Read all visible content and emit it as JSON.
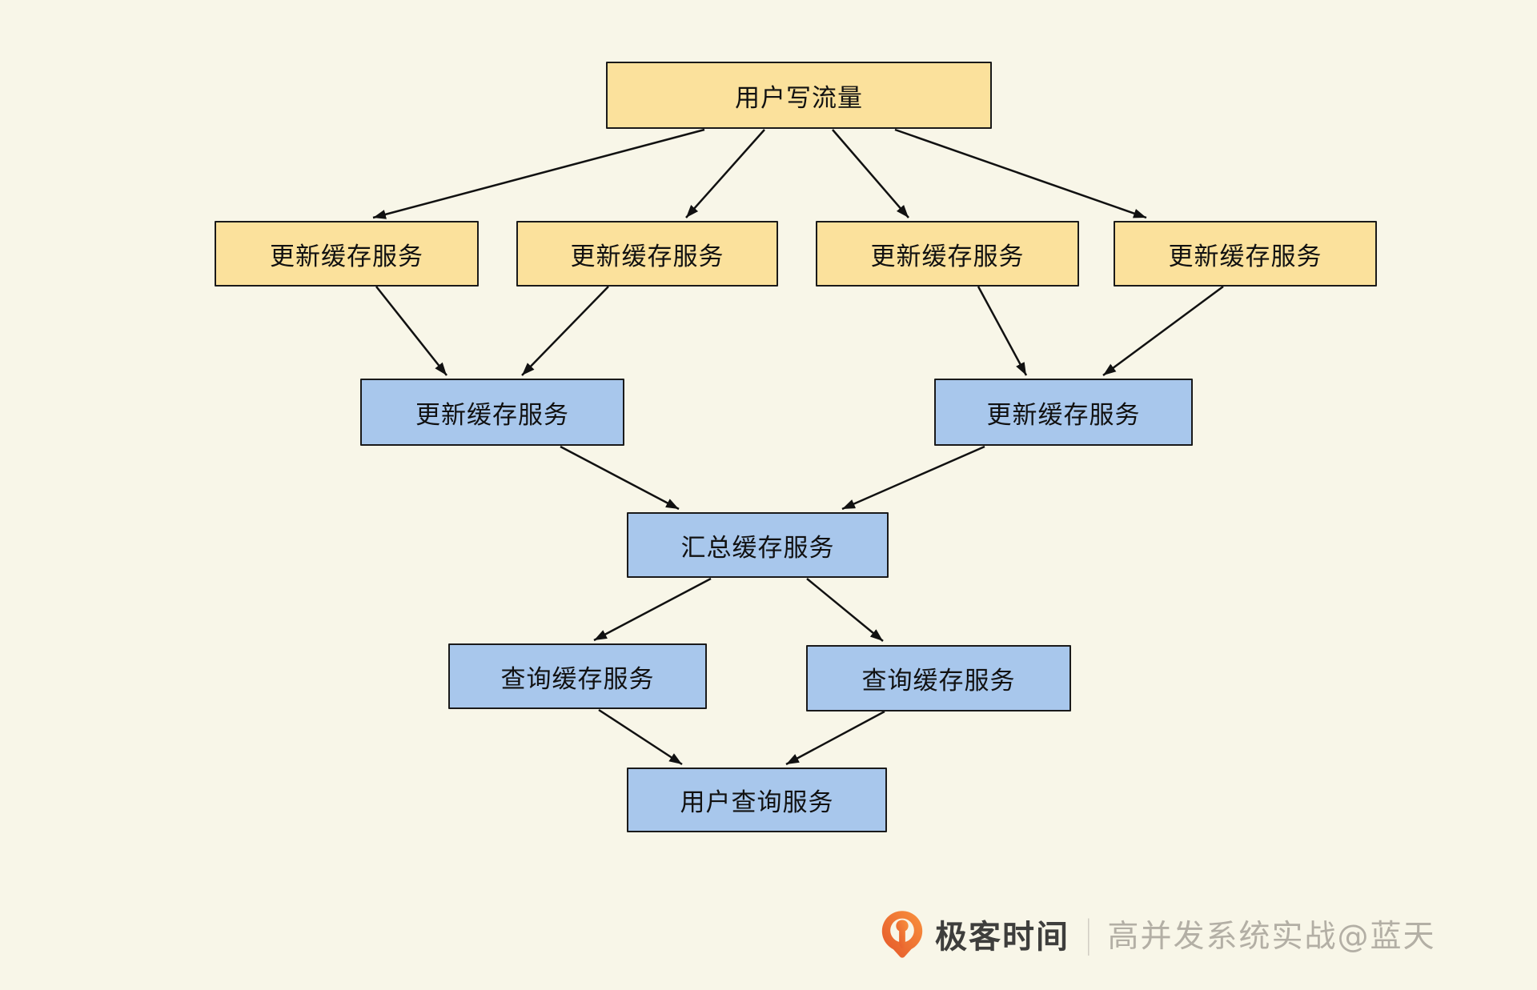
{
  "canvas": {
    "background": "#F8F6E8"
  },
  "diagram": {
    "colors": {
      "yellow_fill": "#FBE19C",
      "blue_fill": "#A8C7EC",
      "node_border": "#1A1A1A",
      "arrow": "#111111",
      "text": "#111111"
    },
    "nodes": [
      {
        "id": "user-write-traffic",
        "label": "用户写流量",
        "color": "yellow"
      },
      {
        "id": "update-cache-a",
        "label": "更新缓存服务",
        "color": "yellow"
      },
      {
        "id": "update-cache-b",
        "label": "更新缓存服务",
        "color": "yellow"
      },
      {
        "id": "update-cache-c",
        "label": "更新缓存服务",
        "color": "yellow"
      },
      {
        "id": "update-cache-d",
        "label": "更新缓存服务",
        "color": "yellow"
      },
      {
        "id": "update-cache-l2-left",
        "label": "更新缓存服务",
        "color": "blue"
      },
      {
        "id": "update-cache-l2-right",
        "label": "更新缓存服务",
        "color": "blue"
      },
      {
        "id": "aggregate-cache",
        "label": "汇总缓存服务",
        "color": "blue"
      },
      {
        "id": "query-cache-left",
        "label": "查询缓存服务",
        "color": "blue"
      },
      {
        "id": "query-cache-right",
        "label": "查询缓存服务",
        "color": "blue"
      },
      {
        "id": "user-query-service",
        "label": "用户查询服务",
        "color": "blue"
      }
    ],
    "edges": [
      {
        "from": "user-write-traffic",
        "to": "update-cache-a"
      },
      {
        "from": "user-write-traffic",
        "to": "update-cache-b"
      },
      {
        "from": "user-write-traffic",
        "to": "update-cache-c"
      },
      {
        "from": "user-write-traffic",
        "to": "update-cache-d"
      },
      {
        "from": "update-cache-a",
        "to": "update-cache-l2-left"
      },
      {
        "from": "update-cache-b",
        "to": "update-cache-l2-left"
      },
      {
        "from": "update-cache-c",
        "to": "update-cache-l2-right"
      },
      {
        "from": "update-cache-d",
        "to": "update-cache-l2-right"
      },
      {
        "from": "update-cache-l2-left",
        "to": "aggregate-cache"
      },
      {
        "from": "update-cache-l2-right",
        "to": "aggregate-cache"
      },
      {
        "from": "aggregate-cache",
        "to": "query-cache-left"
      },
      {
        "from": "aggregate-cache",
        "to": "query-cache-right"
      },
      {
        "from": "query-cache-left",
        "to": "user-query-service"
      },
      {
        "from": "query-cache-right",
        "to": "user-query-service"
      }
    ]
  },
  "footer": {
    "brand": "极客时间",
    "separator": "|",
    "credit": "高并发系统实战@蓝天",
    "brand_color": "#3E3E3C",
    "credit_color": "#B3AFA5",
    "separator_color": "#CBC7BD",
    "logo_gradient_start": "#E4562A",
    "logo_gradient_end": "#F9923E"
  }
}
